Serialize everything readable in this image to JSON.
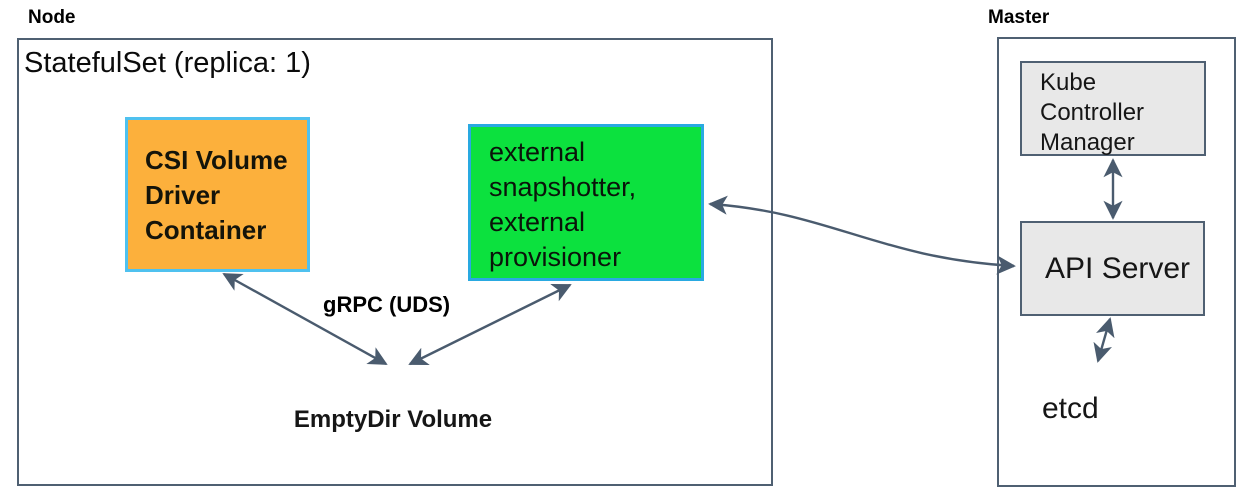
{
  "node_section": {
    "label": "Node",
    "statefulset_label": "StatefulSet (replica: 1)",
    "csi_driver_box": {
      "lines": [
        "CSI Volume",
        "Driver",
        "Container"
      ]
    },
    "sidecar_box": {
      "lines": [
        "external",
        "snapshotter,",
        "external",
        "provisioner"
      ]
    },
    "grpc_label": "gRPC (UDS)",
    "emptydir_label": "EmptyDir Volume"
  },
  "master_section": {
    "label": "Master",
    "kube_controller_manager_box": {
      "lines": [
        "Kube",
        "Controller",
        "Manager"
      ]
    },
    "api_server_label": "API Server",
    "etcd_label": "etcd"
  },
  "colors": {
    "csi_box_fill": "#fcb03c",
    "csi_box_border": "#4fc1ef",
    "sidecar_box_fill": "#0ce13e",
    "sidecar_box_border": "#29a9e1",
    "gray_box_fill": "#e8e8e8",
    "outline_stroke": "#4f6072",
    "arrow_stroke": "#4a5b6e",
    "text_color": "#161616"
  }
}
